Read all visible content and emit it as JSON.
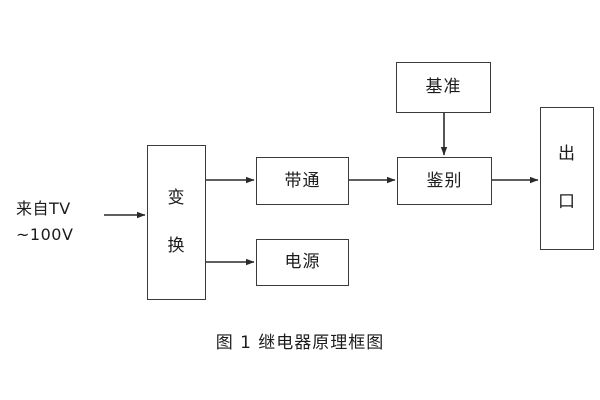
{
  "figure": {
    "caption": "图 1  继电器原理框图",
    "background_color": "#ffffff",
    "stroke_color": "#3a3a3a",
    "text_color": "#1c1c1c"
  },
  "input_source": {
    "line1": "来自TV",
    "line2": "~100V"
  },
  "nodes": {
    "convert": {
      "label": "变\n换",
      "title": "变换"
    },
    "bandpass": {
      "label": "带通"
    },
    "power": {
      "label": "电源"
    },
    "reference": {
      "label": "基准"
    },
    "detect": {
      "label": "鉴别"
    },
    "output": {
      "label": "出\n口",
      "title": "出口"
    }
  },
  "connections": [
    {
      "name": "source-to-convert",
      "from": "来自TV ~100V",
      "to": "变换",
      "direction": "right"
    },
    {
      "name": "convert-to-bandpass",
      "from": "变换",
      "to": "带通",
      "direction": "right"
    },
    {
      "name": "convert-to-power",
      "from": "变换",
      "to": "电源",
      "direction": "right"
    },
    {
      "name": "bandpass-to-detect",
      "from": "带通",
      "to": "鉴别",
      "direction": "right"
    },
    {
      "name": "reference-to-detect",
      "from": "基准",
      "to": "鉴别",
      "direction": "down"
    },
    {
      "name": "detect-to-output",
      "from": "鉴别",
      "to": "出口",
      "direction": "right"
    }
  ]
}
